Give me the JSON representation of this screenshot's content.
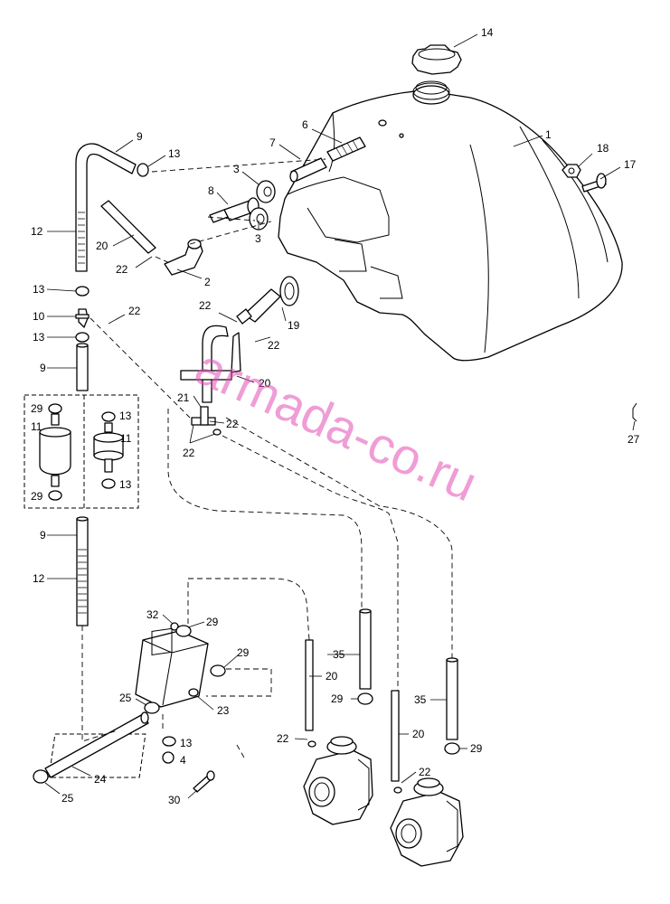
{
  "watermark": "armada-co.ru",
  "callouts": {
    "c1": "1",
    "c2": "2",
    "c3a": "3",
    "c3b": "3",
    "c4": "4",
    "c6": "6",
    "c7": "7",
    "c8": "8",
    "c9a": "9",
    "c9b": "9",
    "c9c": "9",
    "c10": "10",
    "c11a": "11",
    "c11b": "11",
    "c12a": "12",
    "c12b": "12",
    "c13a": "13",
    "c13b": "13",
    "c13c": "13",
    "c13d": "13",
    "c13e": "13",
    "c13f": "13",
    "c14": "14",
    "c17": "17",
    "c18": "18",
    "c19": "19",
    "c20a": "20",
    "c20b": "20",
    "c20c": "20",
    "c20d": "20",
    "c21": "21",
    "c22a": "22",
    "c22b": "22",
    "c22c": "22",
    "c22d": "22",
    "c22e": "22",
    "c22f": "22",
    "c22g": "22",
    "c22h": "22",
    "c23": "23",
    "c24": "24",
    "c25a": "25",
    "c25b": "25",
    "c27": "27",
    "c29a": "29",
    "c29b": "29",
    "c29c": "29",
    "c29d": "29",
    "c29e": "29",
    "c29f": "29",
    "c30": "30",
    "c32": "32",
    "c35a": "35",
    "c35b": "35"
  },
  "colors": {
    "line": "#000000",
    "background": "#ffffff",
    "watermark": "#e14cb4"
  }
}
